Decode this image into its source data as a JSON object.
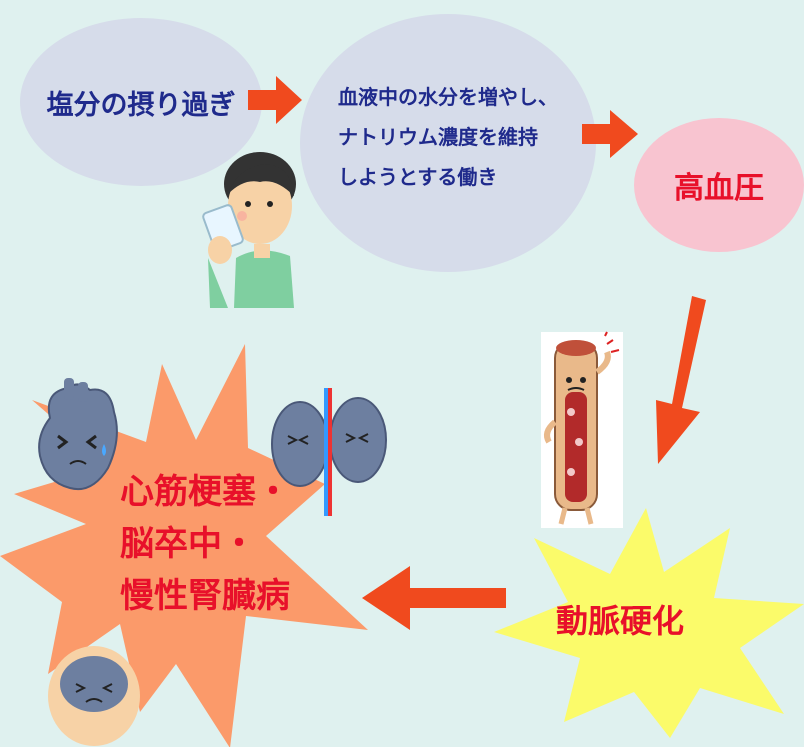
{
  "colors": {
    "background": "#dff1ef",
    "bubble": "#d6dcea",
    "highblood_bubble": "#f8c4d0",
    "arrow": "#f04a1e",
    "title_blue": "#1f2a8c",
    "title_red": "#e8102a",
    "starburst_orange": "#fb9a6a",
    "starburst_yellow": "#fbfb6a"
  },
  "nodes": {
    "salt": {
      "label": "塩分の摂り過ぎ"
    },
    "water": {
      "lines": [
        "血液中の水分を増やし、",
        "ナトリウム濃度を維持",
        "しようとする働き"
      ]
    },
    "hypertension": {
      "label": "高血圧"
    },
    "atherosclerosis": {
      "label": "動脈硬化"
    },
    "diseases": {
      "lines": [
        "心筋梗塞・",
        "脳卒中・",
        "慢性腎臓病"
      ]
    }
  },
  "icons": [
    "person-drinking-icon",
    "blood-vessel-icon",
    "heart-icon",
    "kidney-icon",
    "brain-head-icon"
  ]
}
